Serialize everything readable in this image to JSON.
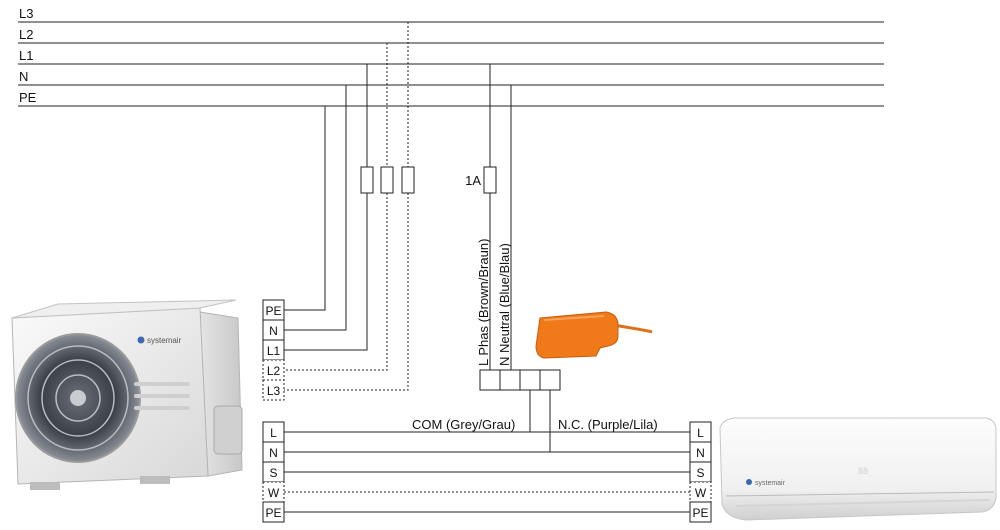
{
  "bus": {
    "lines": [
      "L3",
      "L2",
      "L1",
      "N",
      "PE"
    ]
  },
  "outdoor_unit": {
    "brand": "systemair",
    "terminals": [
      "PE",
      "N",
      "L1",
      "L2",
      "L3"
    ]
  },
  "fuses": {
    "pump_fuse_label": "1A"
  },
  "pump": {
    "phase_label": "L Phas (Brown/Braun)",
    "neutral_label": "N Neutral (Blue/Blau)",
    "com_label": "COM (Grey/Grau)",
    "nc_label": "N.C. (Purple/Lila)",
    "color": "#f07a1a"
  },
  "link_terminals": {
    "outdoor": [
      "L",
      "N",
      "S",
      "W",
      "PE"
    ],
    "indoor": [
      "L",
      "N",
      "S",
      "W",
      "PE"
    ]
  },
  "indoor_unit": {
    "brand": "systemair"
  }
}
